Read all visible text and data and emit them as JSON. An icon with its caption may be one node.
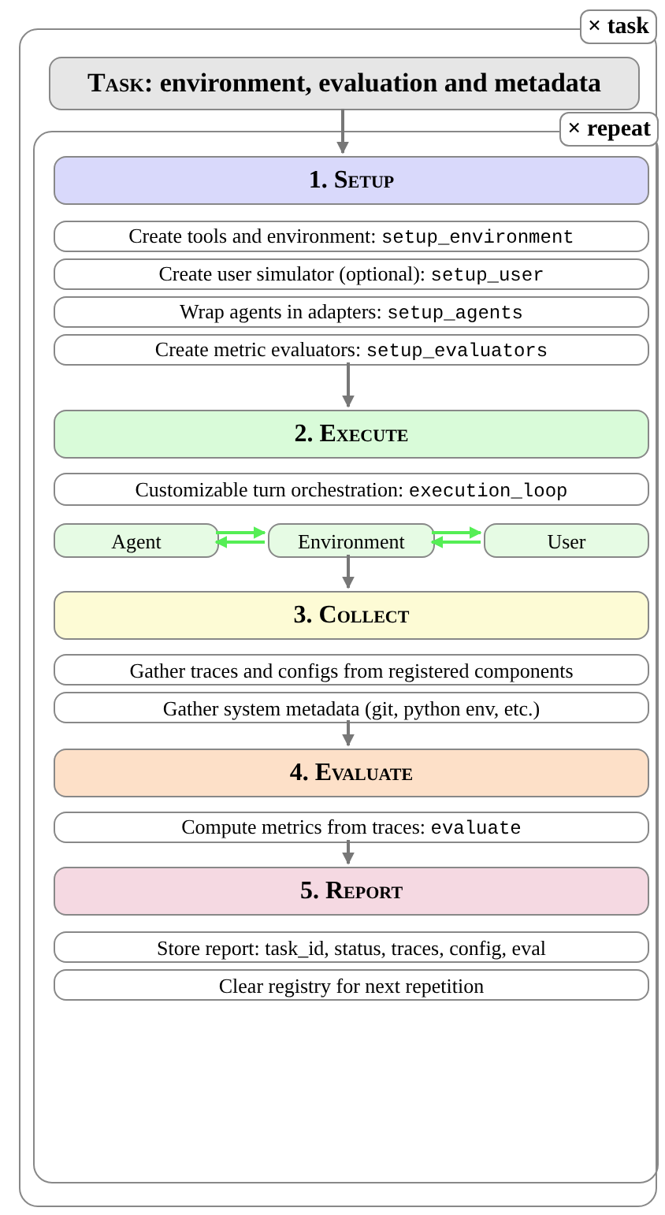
{
  "diagram": {
    "nodes": [
      {
        "text": [
          "× task"
        ]
      },
      {
        "text": [
          "Task: environment, evaluation and metadata"
        ],
        "in": 0
      },
      {
        "text": [
          "× repeat"
        ],
        "in": 0
      },
      {
        "text": [
          "1. Setup"
        ],
        "in": 2
      },
      {
        "text": [
          "Create tools and environment:",
          "setup_environment"
        ],
        "in": 2
      },
      {
        "text": [
          "Create user simulator (optional):",
          "setup_user"
        ],
        "in": 2
      },
      {
        "text": [
          "Wrap agents in adapters:",
          "setup_agents"
        ],
        "in": 2
      },
      {
        "text": [
          "Create metric evaluators:",
          "setup_evaluators"
        ],
        "in": 2
      },
      {
        "text": [
          "2. Execute"
        ],
        "in": 2
      },
      {
        "text": [
          "Customizable turn orchestration:",
          "execution_loop"
        ],
        "in": 2
      },
      {
        "text": [
          "Agent"
        ],
        "in": 2
      },
      {
        "text": [
          "Environment"
        ],
        "in": 2
      },
      {
        "text": [
          "User"
        ],
        "in": 2
      },
      {
        "text": [
          "3. Collect"
        ],
        "in": 2
      },
      {
        "text": [
          "Gather traces and configs from registered components"
        ],
        "in": 2
      },
      {
        "text": [
          "Gather system metadata (git, python env, etc.)"
        ],
        "in": 2
      },
      {
        "text": [
          "4. Evaluate"
        ],
        "in": 2
      },
      {
        "text": [
          "Compute metrics from traces:",
          "evaluate"
        ],
        "in": 2
      },
      {
        "text": [
          "5. Report"
        ],
        "in": 2
      },
      {
        "text": [
          "Store report: task_id, status, traces, config, eval"
        ],
        "in": 2
      },
      {
        "text": [
          "Clear registry for next repetition"
        ],
        "in": 2
      }
    ],
    "edges": [
      {
        "from": 1,
        "to": 3,
        "arrow": "to"
      },
      {
        "from": 7,
        "to": 8,
        "arrow": "to"
      },
      {
        "from": 10,
        "to": 11,
        "arrow": "to",
        "color": "#55ee55"
      },
      {
        "from": 11,
        "to": 10,
        "arrow": "to",
        "color": "#55ee55"
      },
      {
        "from": 11,
        "to": 12,
        "arrow": "to",
        "color": "#55ee55"
      },
      {
        "from": 12,
        "to": 11,
        "arrow": "to",
        "color": "#55ee55"
      },
      {
        "from": 11,
        "to": 13,
        "arrow": "to"
      },
      {
        "from": 15,
        "to": 16,
        "arrow": "to"
      },
      {
        "from": 17,
        "to": 18,
        "arrow": "to"
      }
    ]
  }
}
